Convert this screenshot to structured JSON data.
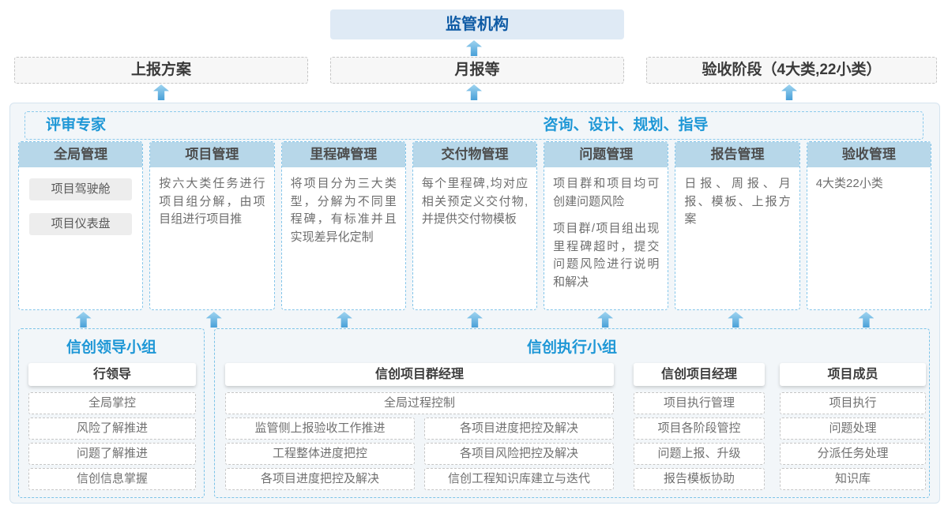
{
  "top": {
    "regulator_label": "监管机构"
  },
  "report_row": {
    "plan": "上报方案",
    "monthly": "月报等",
    "acceptance": "验收阶段（4大类,22小类）"
  },
  "main": {
    "experts_label": "评审专家",
    "guidance_label": "咨询、设计、规划、指导",
    "columns": [
      {
        "title": "全局管理",
        "chips": [
          "项目驾驶舱",
          "项目仪表盘"
        ]
      },
      {
        "title": "项目管理",
        "body": "按六大类任务进行项目组分解，由项目组进行项目推"
      },
      {
        "title": "里程碑管理",
        "body": "将项目分为三大类型，分解为不同里程碑，有标准并且实现差异化定制"
      },
      {
        "title": "交付物管理",
        "body": "每个里程碑,均对应相关预定义交付物,并提供交付物模板"
      },
      {
        "title": "问题管理",
        "body1": "项目群和项目均可创建问题风险",
        "body2": "项目群/项目组出现里程碑超时，提交问题风险进行说明和解决"
      },
      {
        "title": "报告管理",
        "body": "日报、周报、月报、模板、上报方案"
      },
      {
        "title": "验收管理",
        "body": "4大类22小类"
      }
    ]
  },
  "bottom": {
    "leader_group": {
      "title": "信创领导小组",
      "role": "行领导",
      "items": [
        "全局掌控",
        "风险了解推进",
        "问题了解推进",
        "信创信息掌握"
      ]
    },
    "exec_group": {
      "title": "信创执行小组",
      "pgm": {
        "role": "信创项目群经理",
        "full_item": "全局过程控制",
        "left_items": [
          "监管侧上报验收工作推进",
          "工程整体进度把控",
          "各项目进度把控及解决"
        ],
        "right_items": [
          "各项目进度把控及解决",
          "各项目风险把控及解决",
          "信创工程知识库建立与迭代"
        ]
      },
      "pm": {
        "role": "信创项目经理",
        "items": [
          "项目执行管理",
          "项目各阶段管控",
          "问题上报、升级",
          "报告模板协助"
        ]
      },
      "member": {
        "role": "项目成员",
        "items": [
          "项目执行",
          "问题处理",
          "分派任务处理",
          "知识库"
        ]
      }
    }
  },
  "colors": {
    "accent_blue": "#1e97d6",
    "dark_blue": "#0f5ba5",
    "regulator_fill": "#dfeaf5",
    "column_header_fill": "#b7d7e9",
    "panel_fill": "#f2f6f9",
    "dashed_blue_border": "#85c6ea",
    "arrow_gradient_top": "#9fd4f0",
    "arrow_gradient_bottom": "#49a0d8"
  }
}
